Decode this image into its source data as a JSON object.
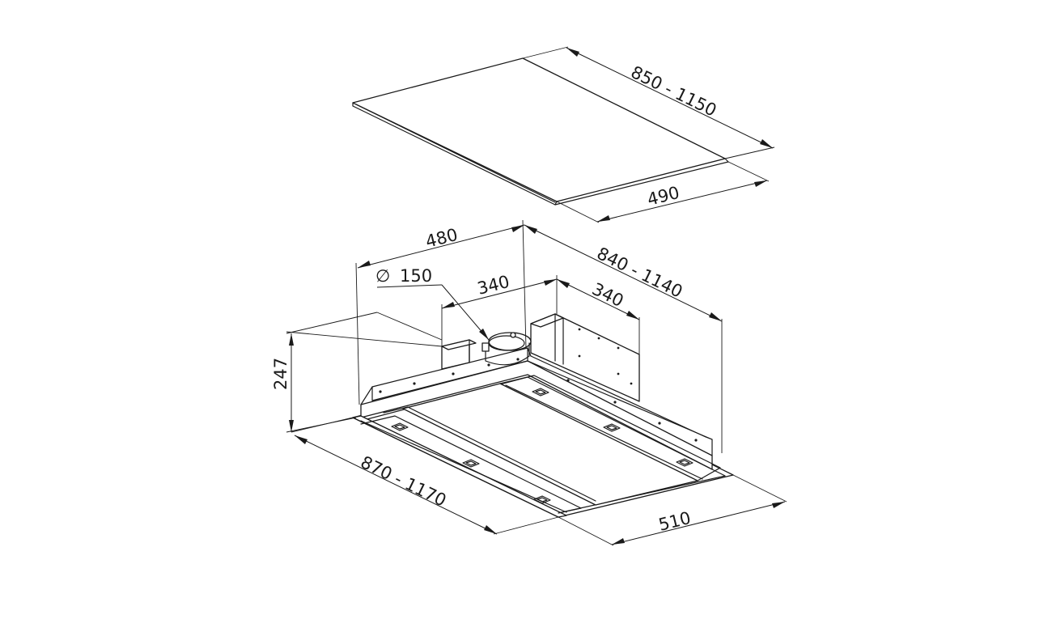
{
  "dimensions": {
    "ceiling_length": "850 - 1150",
    "ceiling_width": "490",
    "hood_depth_top": "480",
    "hood_length_top": "840 - 1140",
    "duct_diameter_symbol": "∅",
    "duct_diameter": "150",
    "motor_width_left": "340",
    "motor_width_right": "340",
    "height": "247",
    "hood_length_bottom": "870 - 1170",
    "hood_width_bottom": "510"
  }
}
